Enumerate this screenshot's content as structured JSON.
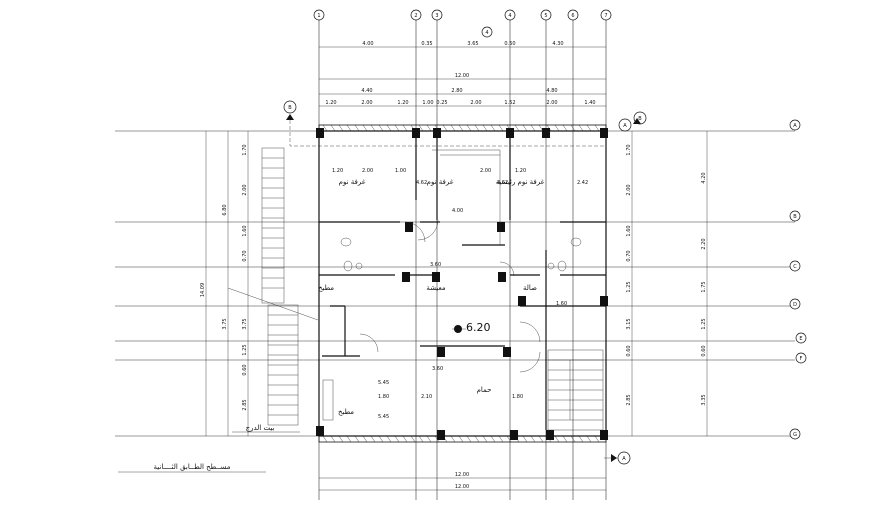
{
  "grid": {
    "top_bubbles": [
      "1",
      "2",
      "3",
      "4",
      "5",
      "6",
      "7"
    ],
    "right_bubbles": [
      "A",
      "B",
      "C",
      "D",
      "E",
      "F",
      "G"
    ]
  },
  "section_markers": {
    "b_top": "B",
    "b_right": "B",
    "a_right": "A",
    "a_bottom": "A",
    "center": "4"
  },
  "dimensions": {
    "top_row1": [
      "4.00",
      "0.35",
      "3.65",
      "0.50",
      "4.30"
    ],
    "top_row2": [
      "4.40",
      "2.80",
      "4.80"
    ],
    "top_total": "12.00",
    "top_row3": [
      "1.20",
      "2.00",
      "1.20",
      "1.00",
      "0.25",
      "2.00",
      "1.52",
      "2.00",
      "1.40"
    ],
    "bottom_totals": [
      "12.00",
      "12.00"
    ],
    "right_outer": [
      "4.20",
      "2.20",
      "1.75",
      "1.25",
      "0.60",
      "3.35"
    ],
    "right_inner": [
      "1.70",
      "2.00",
      "1.60",
      "0.70",
      "1.25",
      "3.15",
      "0.60",
      "2.85"
    ],
    "left_outer": [
      "6.80",
      "14.09",
      "3.75"
    ],
    "left_inner": [
      "1.70",
      "2.00",
      "1.60",
      "0.70",
      "3.75",
      "1.25",
      "0.60",
      "2.85"
    ],
    "interior": [
      "1.20",
      "2.00",
      "1.00",
      "2.00",
      "4.00",
      "3.60",
      "2.42",
      "4.62",
      "1.20",
      "5.45",
      "5.45",
      "2.10",
      "1.80",
      "4.62",
      "3.60",
      "1.60",
      "1.80"
    ]
  },
  "labels": {
    "level": "6.20",
    "room_1": "غرفة نوم",
    "room_2": "غرفة نوم",
    "room_3": "غرفة نوم رئيسية",
    "room_4": "مطبخ",
    "room_5": "معيشة",
    "room_6": "صالة",
    "room_7": "مطبخ",
    "room_8": "حمام",
    "stairs_note": "بيت الدرج",
    "plan_title": "مســطح الطــابق الثــــانية"
  }
}
